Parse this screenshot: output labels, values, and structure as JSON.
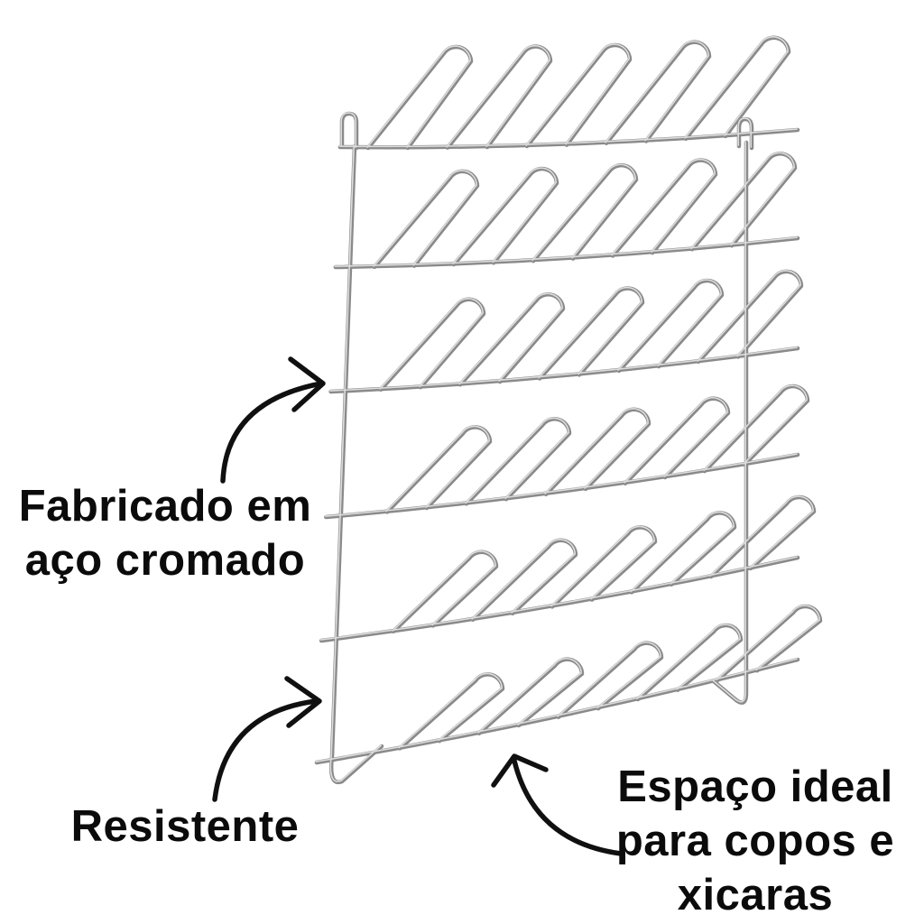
{
  "page": {
    "background_color": "#ffffff"
  },
  "rack": {
    "rows": 6,
    "hooks_per_row": 5,
    "wire_color": "#a8a8a8"
  },
  "annotations": {
    "text_color": "#0b0b0b",
    "arrow_color": "#101010",
    "material": {
      "line1": "Fabricado em",
      "line2": "aço cromado"
    },
    "durability": {
      "text": "Resistente"
    },
    "capacity": {
      "line1": "Espaço ideal",
      "line2": "para copos e",
      "line3": "xicaras"
    }
  }
}
